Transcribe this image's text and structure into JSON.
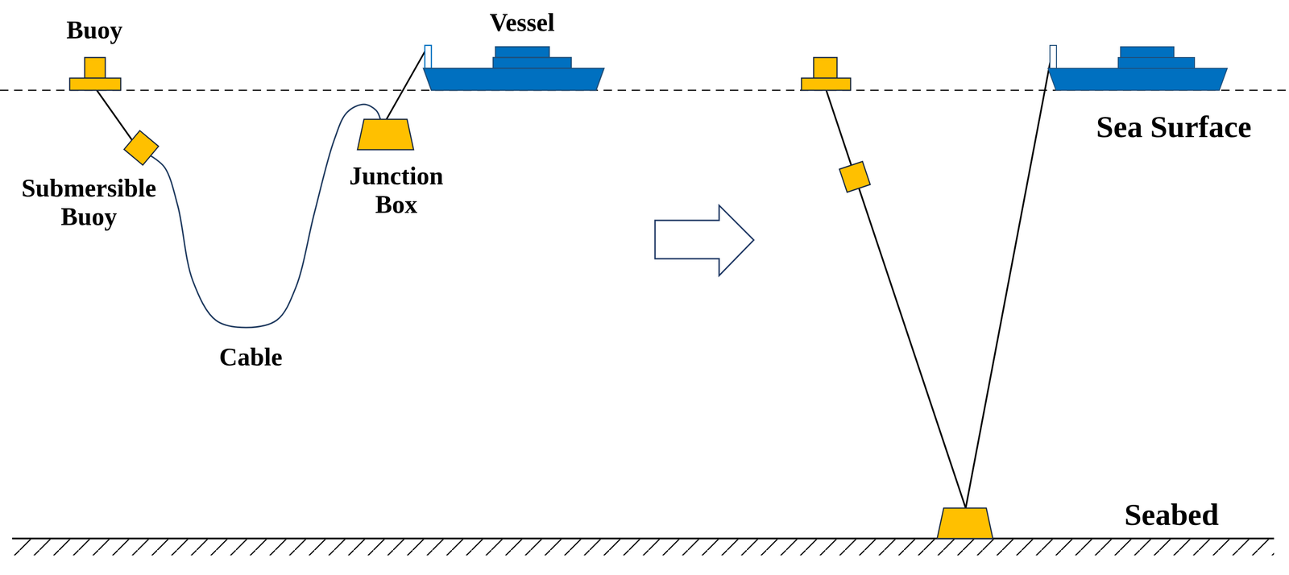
{
  "diagram": {
    "nodes": [
      {
        "text": [
          "Buoy"
        ]
      },
      {
        "text": [
          "Submersible Buoy"
        ]
      },
      {
        "text": [
          "Junction Box"
        ]
      },
      {
        "text": [
          "Vessel"
        ]
      }
    ],
    "edges": [
      {
        "from": 0,
        "to": 1,
        "arrow": "none"
      },
      {
        "from": 1,
        "to": 2,
        "label": "Cable",
        "arrow": "none"
      },
      {
        "from": 2,
        "to": 3,
        "arrow": "none"
      }
    ],
    "labels": [
      "Sea Surface",
      "Seabed"
    ]
  }
}
